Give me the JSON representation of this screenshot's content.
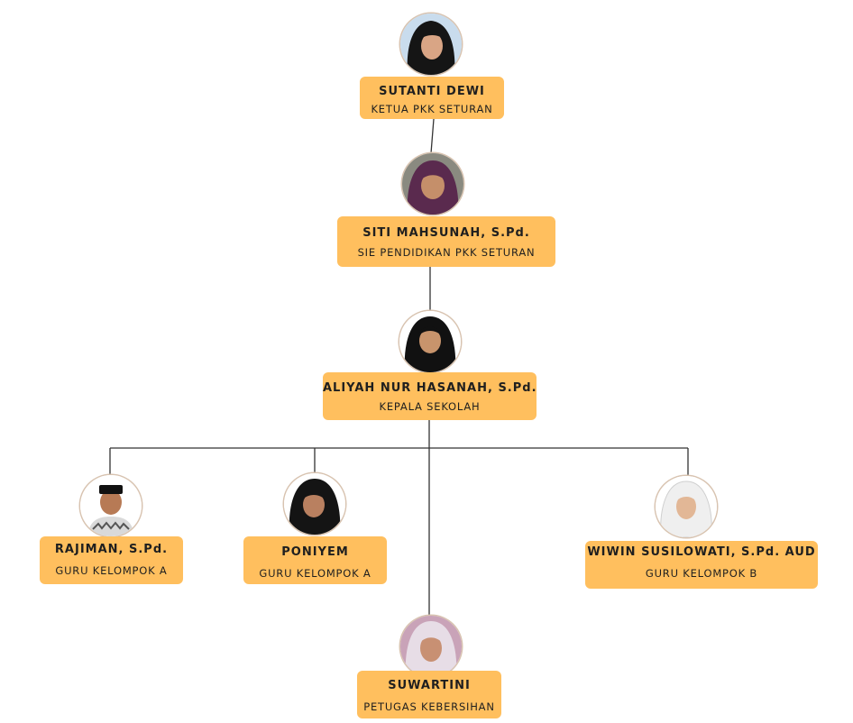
{
  "colors": {
    "box_fill": "#ffbf5e",
    "line": "#333333"
  },
  "people": [
    {
      "id": "sutanti",
      "name": "SUTANTI DEWI",
      "role": "KETUA PKK SETURAN",
      "avatar_icon": "hijab-woman-portrait-icon"
    },
    {
      "id": "siti",
      "name": "SITI MAHSUNAH, S.Pd.",
      "role": "SIE PENDIDIKAN PKK SETURAN",
      "avatar_icon": "hijab-woman-portrait-icon"
    },
    {
      "id": "aliyah",
      "name": "ALIYAH NUR HASANAH, S.Pd.",
      "role": "KEPALA SEKOLAH",
      "avatar_icon": "hijab-woman-portrait-icon"
    },
    {
      "id": "rajiman",
      "name": "RAJIMAN, S.Pd.",
      "role": "GURU KELOMPOK A",
      "avatar_icon": "man-peci-portrait-icon"
    },
    {
      "id": "poniyem",
      "name": "PONIYEM",
      "role": "GURU KELOMPOK A",
      "avatar_icon": "hijab-woman-portrait-icon"
    },
    {
      "id": "wiwin",
      "name": "WIWIN SUSILOWATI, S.Pd. AUD",
      "role": "GURU KELOMPOK B",
      "avatar_icon": "hijab-woman-portrait-icon"
    },
    {
      "id": "suwartini",
      "name": "SUWARTINI",
      "role": "PETUGAS KEBERSIHAN",
      "avatar_icon": "hijab-woman-portrait-icon"
    }
  ]
}
